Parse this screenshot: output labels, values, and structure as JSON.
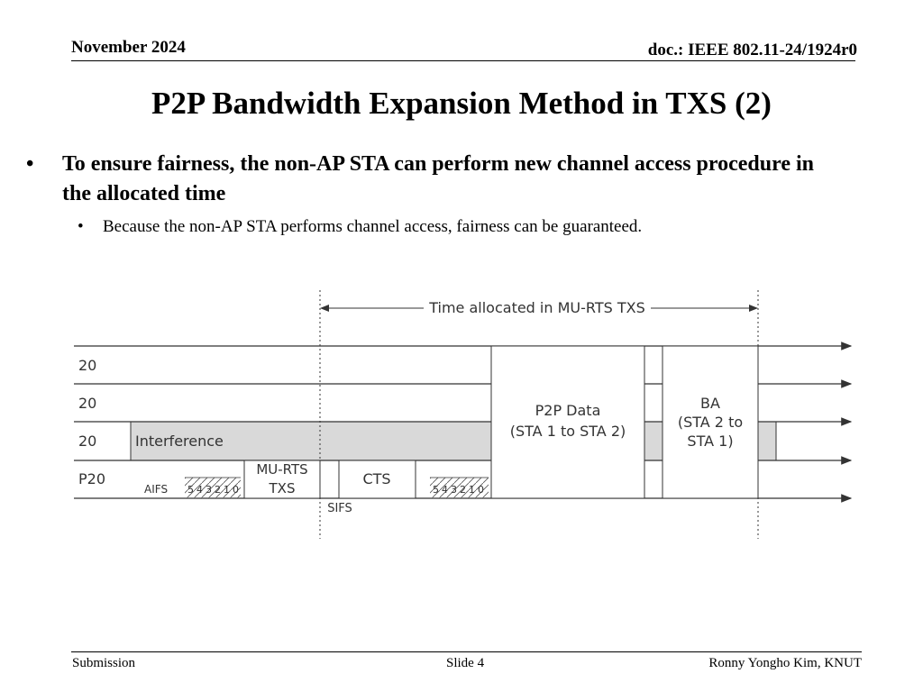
{
  "header": {
    "date": "November 2024",
    "doc": "doc.: IEEE 802.11-24/1924r0"
  },
  "title": "P2P Bandwidth Expansion Method in TXS (2)",
  "bullets": {
    "main": "To ensure fairness, the non-AP STA can perform new channel access procedure in the allocated time",
    "sub": "Because the non-AP STA performs channel access, fairness can be guaranteed."
  },
  "diagram": {
    "time_allocated": "Time allocated in MU-RTS TXS",
    "channels": [
      "20",
      "20",
      "20",
      "P20"
    ],
    "interference": "Interference",
    "aifs": "AIFS",
    "backoff": [
      "5",
      "4",
      "3",
      "2",
      "1",
      "0"
    ],
    "mu_rts": [
      "MU-RTS",
      "TXS"
    ],
    "cts": "CTS",
    "sifs": "SIFS",
    "p2p_data": [
      "P2P Data",
      "(STA 1 to STA 2)"
    ],
    "ba": [
      "BA",
      "(STA 2 to",
      "STA 1)"
    ],
    "colors": {
      "interference_fill": "#d9d9d9",
      "line": "#333333"
    }
  },
  "footer": {
    "left": "Submission",
    "center": "Slide 4",
    "right": "Ronny Yongho Kim, KNUT"
  }
}
